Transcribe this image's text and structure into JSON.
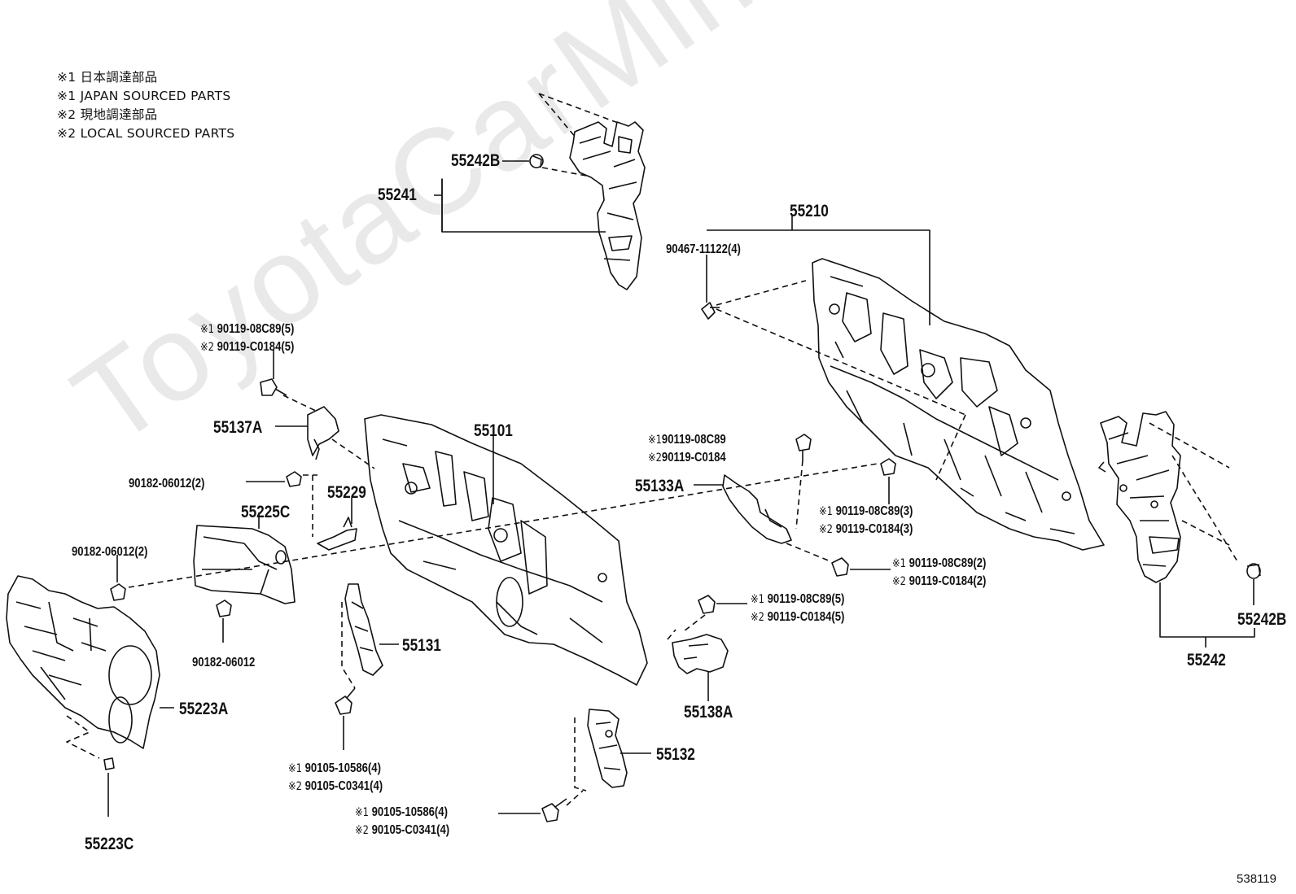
{
  "legend": [
    "※1 日本調達部品",
    "※1 JAPAN SOURCED PARTS",
    "※2 現地調達部品",
    "※2 LOCAL SOURCED PARTS"
  ],
  "watermark": "ToyotaCarMine.ru",
  "ref_number": "538119",
  "labels": {
    "p55242B_top": "55242B",
    "p55241": "55241",
    "p55210": "55210",
    "p90467": "90467-11122(4)",
    "b1_line1_mark": "※1",
    "b1_line1": "90119-08C89(5)",
    "b1_line2_mark": "※2",
    "b1_line2": "90119-C0184(5)",
    "p55137A": "55137A",
    "p55101": "55101",
    "b2_line1_mark": "※1",
    "b2_line1": "90119-08C89",
    "b2_line2_mark": "※2",
    "b2_line2": "90119-C0184",
    "p90182_a": "90182-06012(2)",
    "p55229": "55229",
    "p55133A": "55133A",
    "p55225C": "55225C",
    "p90182_b": "90182-06012(2)",
    "b3_line1_mark": "※1",
    "b3_line1": "90119-08C89(3)",
    "b3_line2_mark": "※2",
    "b3_line2": "90119-C0184(3)",
    "b4_line1_mark": "※1",
    "b4_line1": "90119-08C89(2)",
    "b4_line2_mark": "※2",
    "b4_line2": "90119-C0184(2)",
    "b5_line1_mark": "※1",
    "b5_line1": "90119-08C89(5)",
    "b5_line2_mark": "※2",
    "b5_line2": "90119-C0184(5)",
    "p55242B_right": "55242B",
    "p90182_c": "90182-06012",
    "p55131": "55131",
    "p55242": "55242",
    "p55223A": "55223A",
    "p55138A": "55138A",
    "b6_line1_mark": "※1",
    "b6_line1": "90105-10586(4)",
    "b6_line2_mark": "※2",
    "b6_line2": "90105-C0341(4)",
    "p55132": "55132",
    "b7_line1_mark": "※1",
    "b7_line1": "90105-10586(4)",
    "b7_line2_mark": "※2",
    "b7_line2": "90105-C0341(4)",
    "p55223C": "55223C"
  }
}
